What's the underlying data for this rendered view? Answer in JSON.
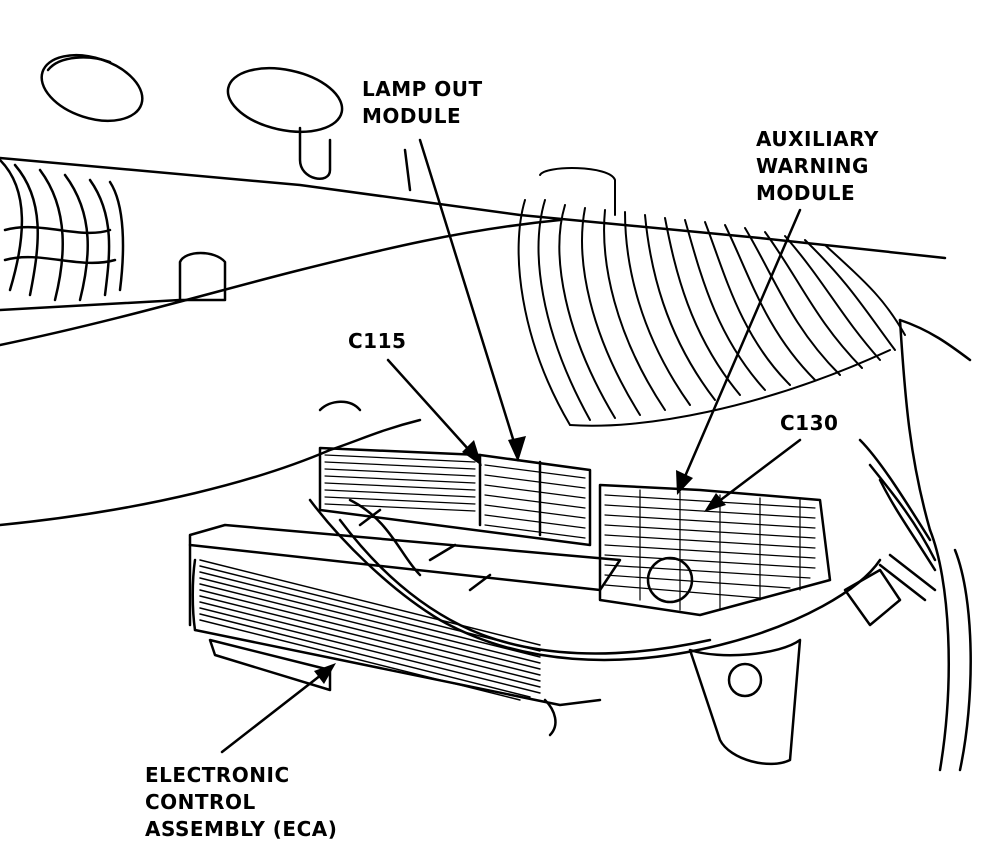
{
  "labels": {
    "lamp_out": [
      "LAMP OUT",
      "MODULE"
    ],
    "aux_warning": [
      "AUXILIARY",
      "WARNING",
      "MODULE"
    ],
    "c115": "C115",
    "c130": "C130",
    "eca": [
      "ELECTRONIC",
      "CONTROL",
      "ASSEMBLY (ECA)"
    ]
  },
  "colors": {
    "ink": "#000000",
    "paper": "#ffffff"
  }
}
